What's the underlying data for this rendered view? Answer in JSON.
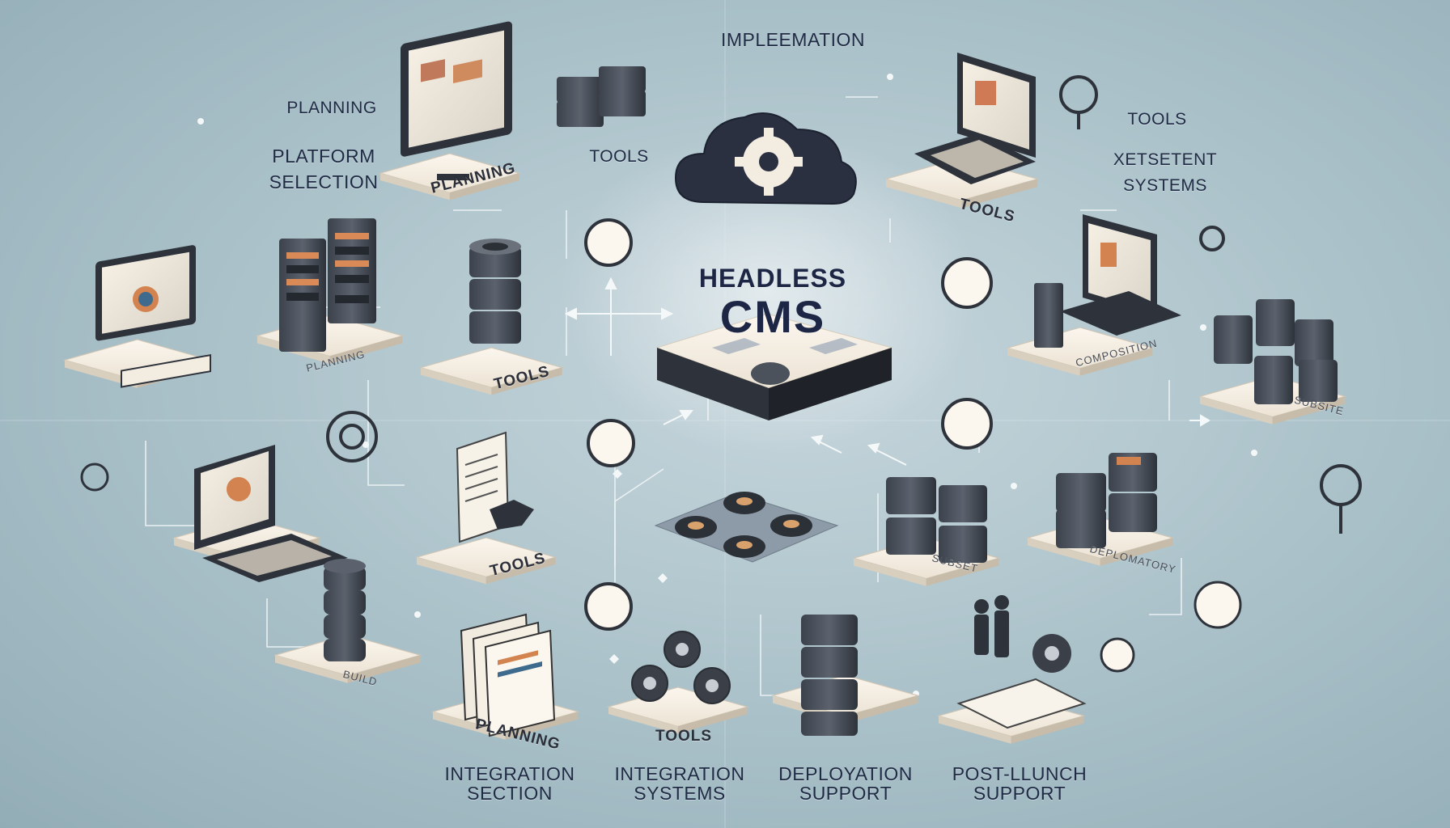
{
  "center": {
    "title_line1": "HEADLESS",
    "title_line2": "CMS"
  },
  "top_labels": {
    "implementation": "IMPLEEMATION",
    "planning": "PLANNING",
    "platform_selection_line1": "PLATFORM",
    "platform_selection_line2": "SELECTION",
    "tools_top": "TOOLS",
    "tools_right": "TOOLS",
    "existing_systems_line1": "XETSETENT",
    "existing_systems_line2": "SYSTEMS"
  },
  "platform_labels": {
    "planning_monitor": "PLANNING",
    "planning_racks": "PLANNING",
    "tools_laptop_top": "TOOLS",
    "tools_db_stack": "TOOLS",
    "tools_document": "TOOLS",
    "tools_gears": "TOOLS",
    "composition": "COMPOSITION",
    "subsite": "SUBSITE",
    "subset": "SUBSET",
    "deployment": "DEPLOMATORY",
    "planning_files": "PLANNING",
    "build": "BUILD"
  },
  "bottom_labels": {
    "integration_section_line1": "INTEGRATION",
    "integration_section_line2": "SECTION",
    "integration_systems_line1": "INTEGRATION",
    "integration_systems_line2": "SYSTEMS",
    "deployment_support_line1": "DEPLOYATION",
    "deployment_support_line2": "SUPPORT",
    "post_launch_line1": "POST-LLUNCH",
    "post_launch_line2": "SUPPORT"
  },
  "icons": [
    "cloud-gear-icon",
    "server-rack-icon",
    "monitor-icon",
    "laptop-icon",
    "database-stack-icon",
    "gear-icon",
    "document-icon",
    "people-icon",
    "location-pin-icon"
  ],
  "colors": {
    "background": "#a9c0c8",
    "platform": "#f3ece1",
    "dark": "#2e3440",
    "text": "#1f2a44",
    "accent": "#e0834a"
  }
}
